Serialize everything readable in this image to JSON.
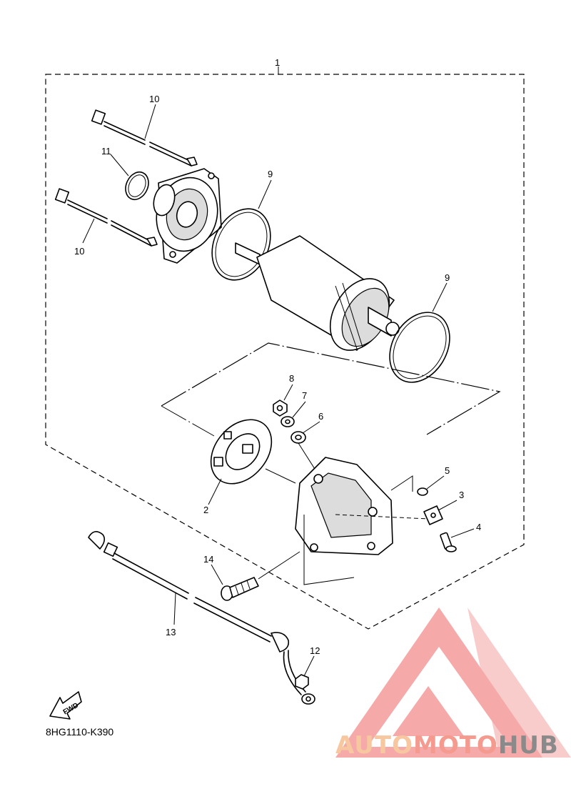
{
  "callouts": [
    "1",
    "2",
    "3",
    "4",
    "5",
    "6",
    "7",
    "8",
    "9",
    "9",
    "10",
    "10",
    "11",
    "12",
    "13",
    "14"
  ],
  "fwd_label": "FWD",
  "diagram_code": "8HG1110-K390",
  "watermark": {
    "part1": "AUTO",
    "part2": "MOTO",
    "part3": "HUB",
    "color_light": "#f7c8a0",
    "color_mid": "#f59a8e",
    "color_dark": "#8a8a8a"
  }
}
